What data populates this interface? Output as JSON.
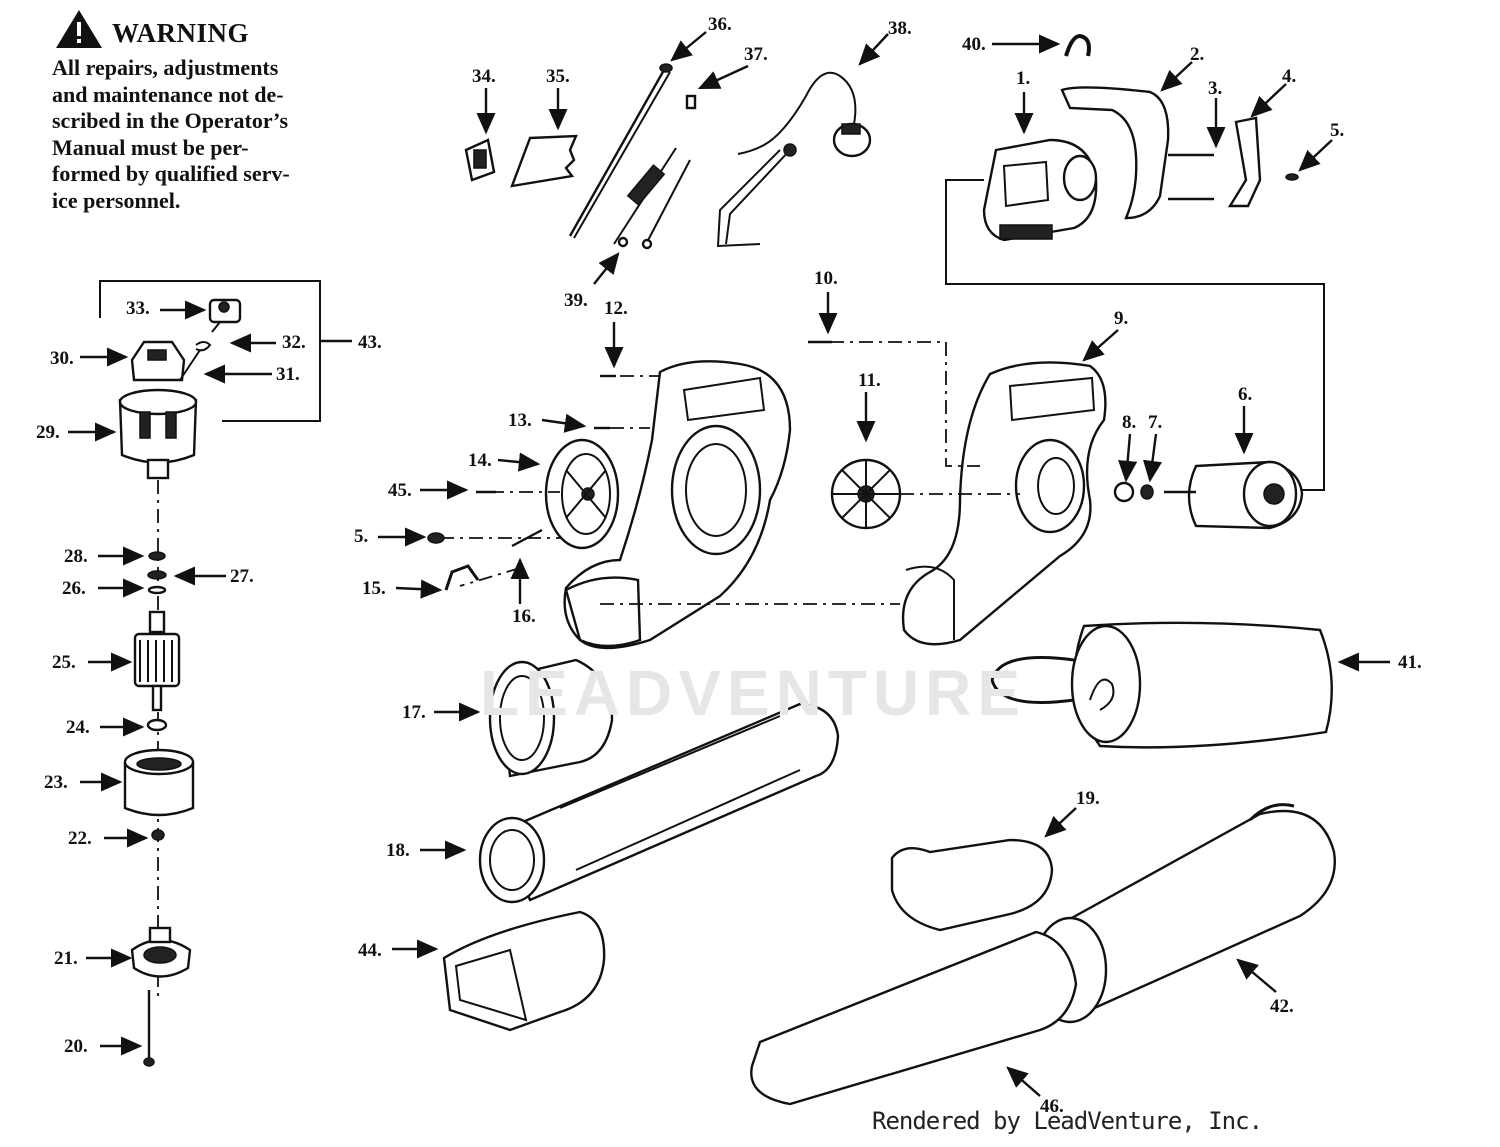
{
  "warning": {
    "title": "WARNING",
    "lines": [
      "All repairs, adjustments",
      "and maintenance not de-",
      "scribed in the Operator’s",
      "Manual must be per-",
      "formed by qualified serv-",
      "ice personnel."
    ]
  },
  "watermark": "LEADVENTURE",
  "credit": "Rendered by LeadVenture, Inc.",
  "callouts": [
    "1.",
    "2.",
    "3.",
    "4.",
    "5.",
    "6.",
    "7.",
    "8.",
    "9.",
    "10.",
    "11.",
    "12.",
    "13.",
    "14.",
    "15.",
    "16.",
    "17.",
    "18.",
    "19.",
    "20.",
    "21.",
    "22.",
    "23.",
    "24.",
    "25.",
    "26.",
    "27.",
    "28.",
    "29.",
    "30.",
    "31.",
    "32.",
    "33.",
    "34.",
    "35.",
    "36.",
    "37.",
    "38.",
    "39.",
    "40.",
    "41.",
    "42.",
    "43.",
    "44.",
    "45.",
    "46.",
    "5."
  ]
}
